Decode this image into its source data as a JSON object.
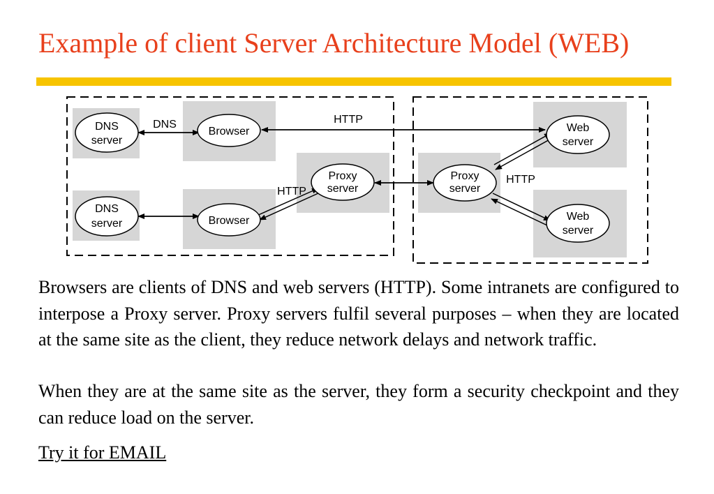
{
  "title": "Example of client Server Architecture Model  (WEB)",
  "diagram": {
    "nodes": {
      "dns1": [
        "DNS",
        "server"
      ],
      "browser1": [
        "Browser"
      ],
      "dns2": [
        "DNS",
        "server"
      ],
      "browser2": [
        "Browser"
      ],
      "proxy_client": [
        "Proxy",
        "server"
      ],
      "proxy_server": [
        "Proxy",
        "server"
      ],
      "web1": [
        "Web",
        "server"
      ],
      "web2": [
        "Web",
        "server"
      ]
    },
    "edge_labels": {
      "dns": "DNS",
      "http_top": "HTTP",
      "http_proxy": "HTTP",
      "http_web": "HTTP"
    }
  },
  "paragraph1": "Browsers are clients of DNS and web servers (HTTP). Some intranets are configured to interpose a Proxy server. Proxy servers fulfil several purposes – when they are located at the same site as the client, they reduce network delays and network traffic.",
  "paragraph2": "When they are at the same site as the server, they form a security checkpoint  and they can reduce load on the server.",
  "link_text": "Try it for EMAIL",
  "colors": {
    "title": "#e8401c",
    "rule": "#f7c400",
    "node_box": "#d6d6d6"
  }
}
